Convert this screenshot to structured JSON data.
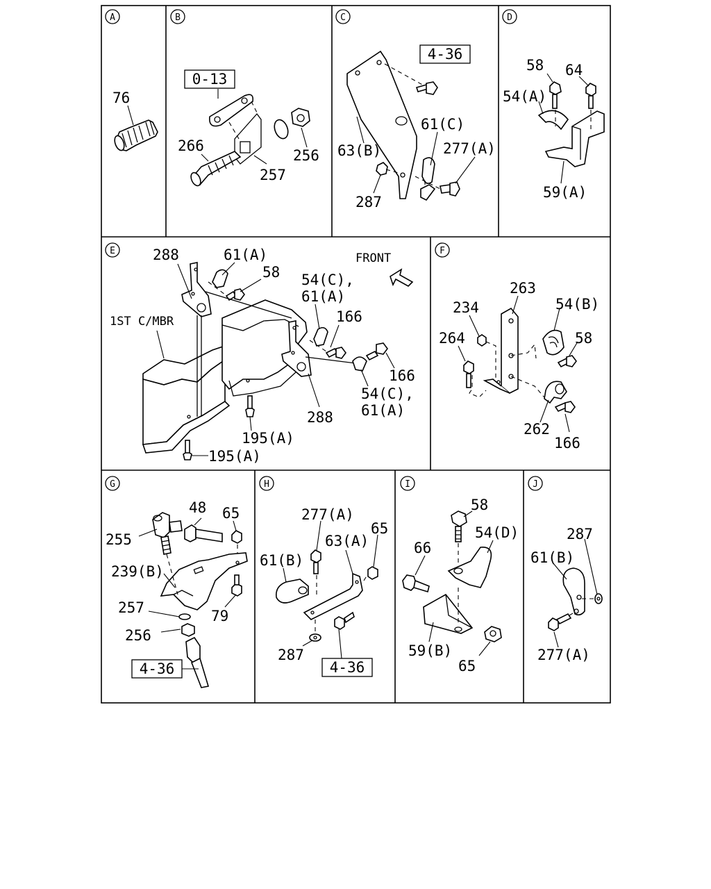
{
  "sections": {
    "A": {
      "letter": "A",
      "labels": {
        "p76": "76"
      }
    },
    "B": {
      "letter": "B",
      "labels": {
        "ref": "0-13",
        "p266": "266",
        "p257": "257",
        "p256": "256"
      }
    },
    "C": {
      "letter": "C",
      "labels": {
        "ref": "4-36",
        "p61c": "61(C)",
        "p63b": "63(B)",
        "p277a": "277(A)",
        "p287": "287"
      }
    },
    "D": {
      "letter": "D",
      "labels": {
        "p58": "58",
        "p64": "64",
        "p54a": "54(A)",
        "p59a": "59(A)"
      }
    },
    "E": {
      "letter": "E",
      "labels": {
        "p288a": "288",
        "p61a": "61(A)",
        "p58": "58",
        "front": "FRONT",
        "p54c61a_1a": "54(C),",
        "p54c61a_1b": "61(A)",
        "p166a": "166",
        "member": "1ST C/MBR",
        "p166b": "166",
        "p54c61a_2a": "54(C),",
        "p54c61a_2b": "61(A)",
        "p288b": "288",
        "p195a_1": "195(A)",
        "p195a_2": "195(A)"
      }
    },
    "F": {
      "letter": "F",
      "labels": {
        "p263": "263",
        "p234": "234",
        "p54b": "54(B)",
        "p264": "264",
        "p58": "58",
        "p262": "262",
        "p166": "166"
      }
    },
    "G": {
      "letter": "G",
      "labels": {
        "p48": "48",
        "p65": "65",
        "p255": "255",
        "p239b": "239(B)",
        "p257": "257",
        "p79": "79",
        "p256": "256",
        "ref": "4-36"
      }
    },
    "H": {
      "letter": "H",
      "labels": {
        "p277a": "277(A)",
        "p65": "65",
        "p61b": "61(B)",
        "p63a": "63(A)",
        "p287": "287",
        "ref": "4-36"
      }
    },
    "I": {
      "letter": "I",
      "labels": {
        "p58": "58",
        "p54d": "54(D)",
        "p66": "66",
        "p59b": "59(B)",
        "p65": "65"
      }
    },
    "J": {
      "letter": "J",
      "labels": {
        "p287": "287",
        "p61b": "61(B)",
        "p277a": "277(A)"
      }
    }
  }
}
